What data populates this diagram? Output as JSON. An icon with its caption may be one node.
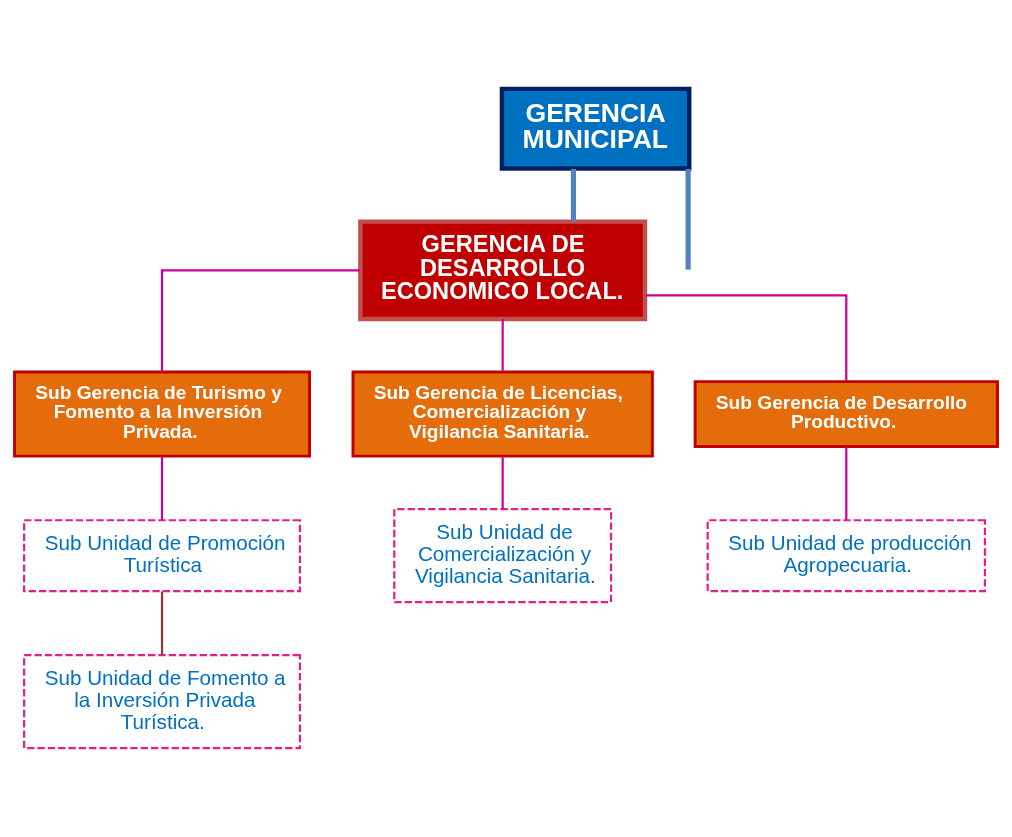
{
  "diagram": {
    "nodes": [
      {
        "text": [
          "GERENCIA MUNICIPAL"
        ]
      },
      {
        "text": [
          "GERENCIA DE DESARROLLO ECONOMICO LOCAL."
        ]
      },
      {
        "text": [
          "Sub Gerencia de Turismo y Fomento a la Inversión Privada."
        ]
      },
      {
        "text": [
          "Sub Gerencia de Licencias, Comercialización y Vigilancia Sanitaria."
        ]
      },
      {
        "text": [
          "Sub Gerencia de Desarrollo Productivo."
        ]
      },
      {
        "text": [
          "Sub Unidad de Promoción Turística"
        ]
      },
      {
        "text": [
          "Sub Unidad de Comercialización y Vigilancia Sanitaria."
        ]
      },
      {
        "text": [
          "Sub Unidad de producción Agropecuaria."
        ]
      },
      {
        "text": [
          "Sub Unidad de Fomento a la Inversión Privada Turística."
        ]
      }
    ],
    "edges": [
      {
        "from": 0,
        "to": 1,
        "arrow": "none",
        "color": "#4f81bd",
        "style": "thick"
      },
      {
        "from": 0,
        "to": null,
        "arrow": "none",
        "color": "#4f81bd",
        "style": "thick"
      },
      {
        "from": 1,
        "to": 2,
        "arrow": "none"
      },
      {
        "from": 1,
        "to": 3,
        "arrow": "none"
      },
      {
        "from": 1,
        "to": 4,
        "arrow": "none"
      },
      {
        "from": 2,
        "to": 5,
        "arrow": "none"
      },
      {
        "from": 3,
        "to": 6,
        "arrow": "none"
      },
      {
        "from": 4,
        "to": 7,
        "arrow": "none"
      },
      {
        "from": 5,
        "to": 8,
        "arrow": "none",
        "color": "#993333"
      }
    ]
  }
}
